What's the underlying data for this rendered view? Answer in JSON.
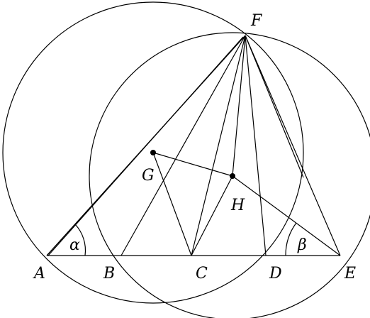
{
  "colors": {
    "background": "#ffffff",
    "ink": "#000000"
  },
  "labels": {
    "A": "A",
    "B": "B",
    "C": "C",
    "D": "D",
    "E": "E",
    "F": "F",
    "G": "G",
    "H": "H",
    "alpha": "α",
    "beta": "β"
  }
}
